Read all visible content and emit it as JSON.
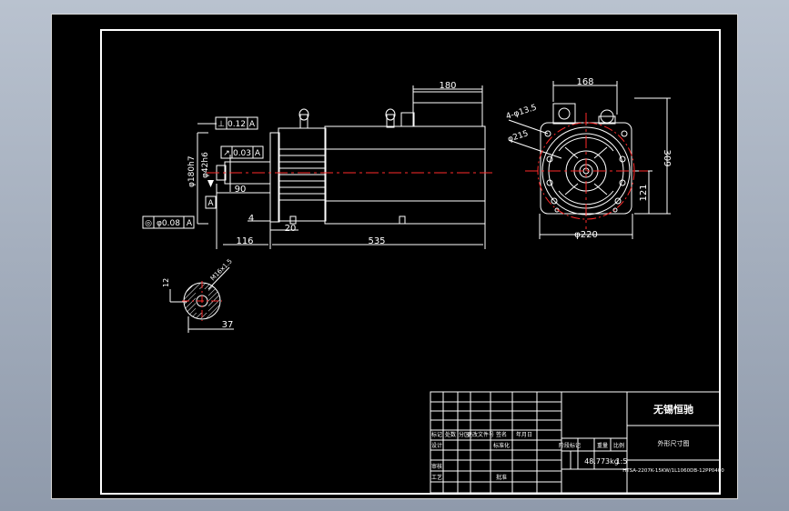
{
  "colors": {
    "background": "#000000",
    "line": "#ffffff",
    "centerline": "#ff2a2a",
    "viewport": "#9aa6b6"
  },
  "side_view": {
    "perpendicularity_symbol": "⊥",
    "perpendicularity_value": "0.12",
    "perpendicularity_datum": "A",
    "runout_symbol": "↗",
    "runout_value": "0.03",
    "runout_datum": "A",
    "concentricity_symbol": "◎",
    "concentricity_value": "φ0.08",
    "concentricity_datum": "A",
    "shaft_dia_label": "φ42h6",
    "flange_dia_label": "φ180h7",
    "datum_letter": "A",
    "dim_90": "90",
    "dim_4": "4",
    "dim_20": "20",
    "dim_116": "116",
    "dim_535": "535",
    "dim_180": "180"
  },
  "end_view": {
    "dim_168": "168",
    "bolt_pattern_label": "4-φ13.5",
    "pcd_label": "φ215",
    "dim_309": "309",
    "dim_121": "121",
    "dim_220": "φ220"
  },
  "section_view": {
    "dim_12": "12",
    "key_label": "M16x1.5",
    "dim_37": "37"
  },
  "title_block": {
    "company": "无锡恒驰",
    "drawing_title": "外形尺寸图",
    "row1": [
      "标记",
      "处数",
      "分区",
      "更改文件号",
      "签名",
      "年月日"
    ],
    "row2": [
      "设计",
      "",
      "",
      "标准化",
      "",
      ""
    ],
    "row3": [
      "审核",
      "",
      "",
      "",
      "",
      ""
    ],
    "row4": [
      "工艺",
      "",
      "",
      "批准",
      "",
      ""
    ],
    "stage_labels": [
      "阶段标记",
      "重量",
      "比例"
    ],
    "weight": "48.773kg",
    "scale": "1:5",
    "part_number": "HTSA-2207K-15KW/1L1060DB-12PP0400"
  }
}
